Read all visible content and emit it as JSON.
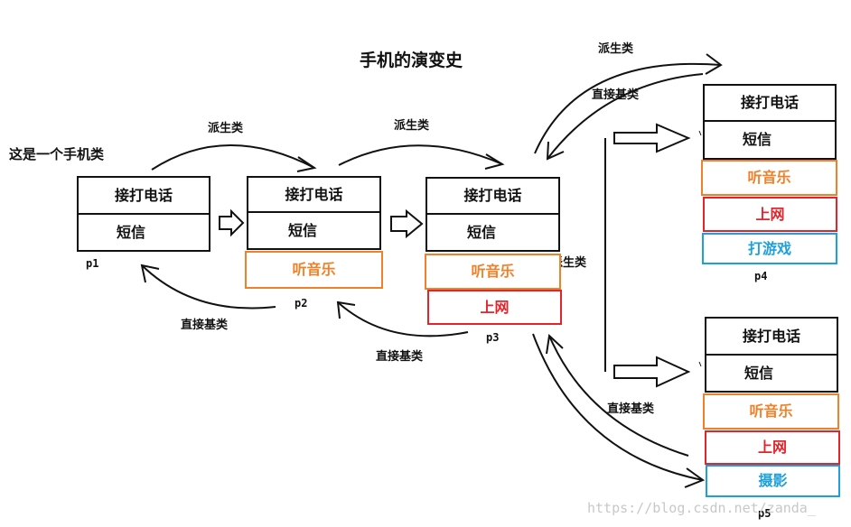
{
  "title": "手机的演变史",
  "intro_note": "这是一个手机类",
  "watermark": "https://blog.csdn.net/zanda_",
  "colors": {
    "base": "#111111",
    "music": "#f0812a",
    "internet": "#e3242b",
    "newest": "#1ea0dc"
  },
  "phones": [
    {
      "id": "p1",
      "features": [
        {
          "text": "接打电话",
          "color": "base"
        },
        {
          "text": "短信",
          "color": "base"
        }
      ]
    },
    {
      "id": "p2",
      "features": [
        {
          "text": "接打电话",
          "color": "base"
        },
        {
          "text": "短信",
          "color": "base"
        },
        {
          "text": "听音乐",
          "color": "music"
        }
      ]
    },
    {
      "id": "p3",
      "features": [
        {
          "text": "接打电话",
          "color": "base"
        },
        {
          "text": "短信",
          "color": "base"
        },
        {
          "text": "听音乐",
          "color": "music"
        },
        {
          "text": "上网",
          "color": "internet"
        }
      ]
    },
    {
      "id": "p4",
      "features": [
        {
          "text": "接打电话",
          "color": "base"
        },
        {
          "text": "短信",
          "color": "base"
        },
        {
          "text": "听音乐",
          "color": "music"
        },
        {
          "text": "上网",
          "color": "internet"
        },
        {
          "text": "打游戏",
          "color": "newest"
        }
      ]
    },
    {
      "id": "p5",
      "features": [
        {
          "text": "接打电话",
          "color": "base"
        },
        {
          "text": "短信",
          "color": "base"
        },
        {
          "text": "听音乐",
          "color": "music"
        },
        {
          "text": "上网",
          "color": "internet"
        },
        {
          "text": "摄影",
          "color": "newest"
        }
      ]
    }
  ],
  "relations": [
    {
      "type": "derive",
      "label": "派生类",
      "from": "p1",
      "to": "p2"
    },
    {
      "type": "base",
      "label": "直接基类",
      "from": "p2",
      "to": "p1"
    },
    {
      "type": "derive",
      "label": "派生类",
      "from": "p2",
      "to": "p3"
    },
    {
      "type": "base",
      "label": "直接基类",
      "from": "p3",
      "to": "p2"
    },
    {
      "type": "derive",
      "label": "派生类",
      "from": "p3",
      "to": "p4"
    },
    {
      "type": "base",
      "label": "直接基类",
      "from": "p4",
      "to": "p3"
    },
    {
      "type": "derive",
      "label": "派生类",
      "from": "p3",
      "to": "p5"
    },
    {
      "type": "base",
      "label": "直接基类",
      "from": "p5",
      "to": "p3"
    }
  ]
}
